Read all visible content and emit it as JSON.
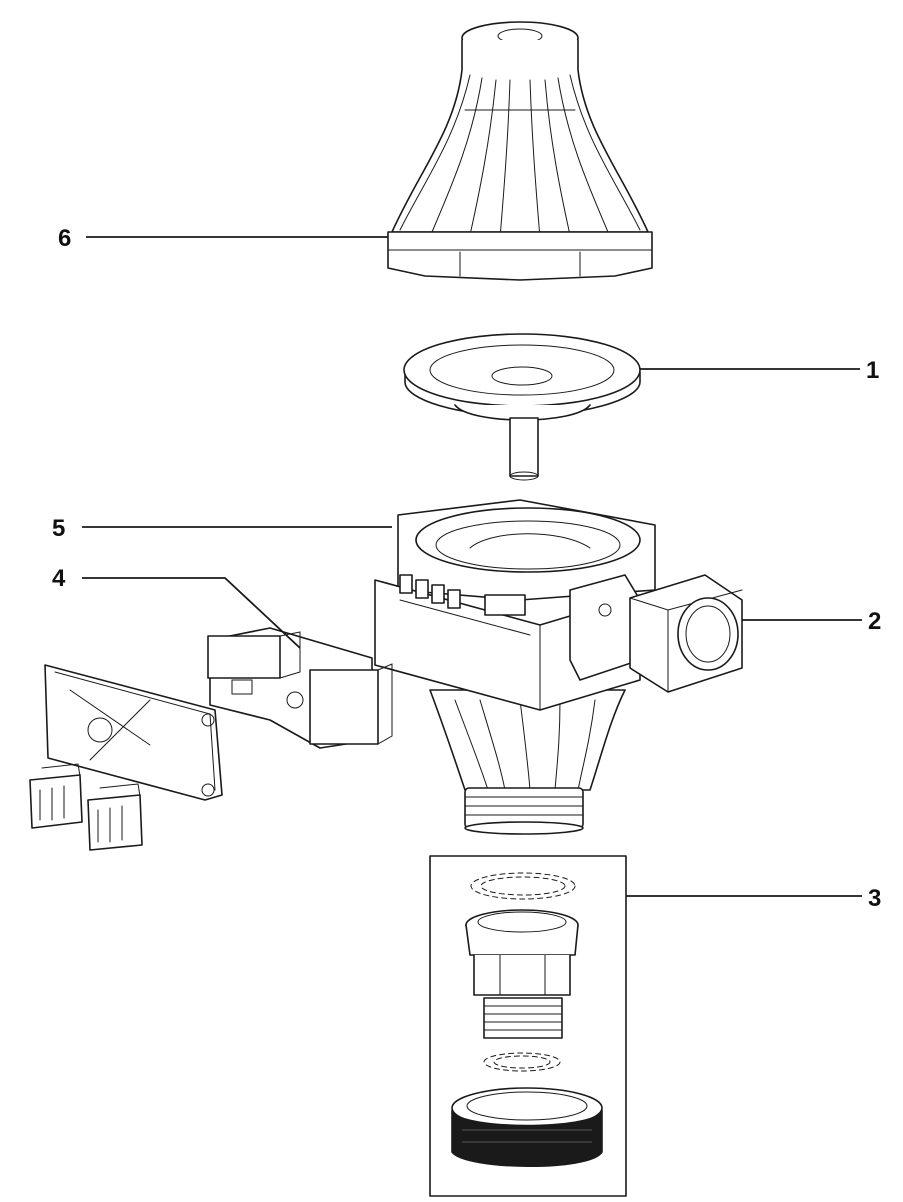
{
  "callouts": [
    {
      "id": "1",
      "label": "1"
    },
    {
      "id": "2",
      "label": "2"
    },
    {
      "id": "3",
      "label": "3"
    },
    {
      "id": "4",
      "label": "4"
    },
    {
      "id": "5",
      "label": "5"
    },
    {
      "id": "6",
      "label": "6"
    }
  ],
  "colors": {
    "line": "#1a1a1a",
    "background": "#ffffff",
    "label": "#111111"
  }
}
